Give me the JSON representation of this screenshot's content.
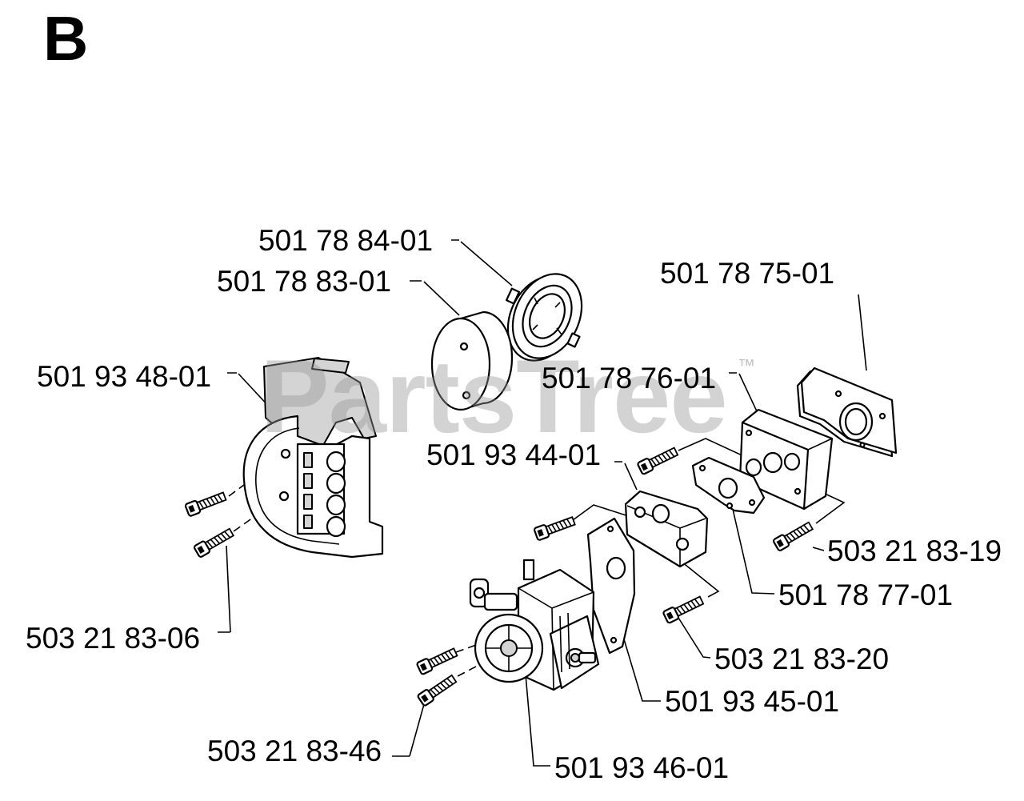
{
  "diagram": {
    "section_letter": "B",
    "watermark": "PartsTree",
    "watermark_tm": "™",
    "labels": [
      "501 78 84-01",
      "501 78 83-01",
      "501 78 75-01",
      "501 93 48-01",
      "501 78 76-01",
      "501 93 44-01",
      "503 21 83-19",
      "501 78 77-01",
      "503 21 83-06",
      "503 21 83-20",
      "501 93 45-01",
      "503 21 83-46",
      "501 93 46-01"
    ]
  }
}
